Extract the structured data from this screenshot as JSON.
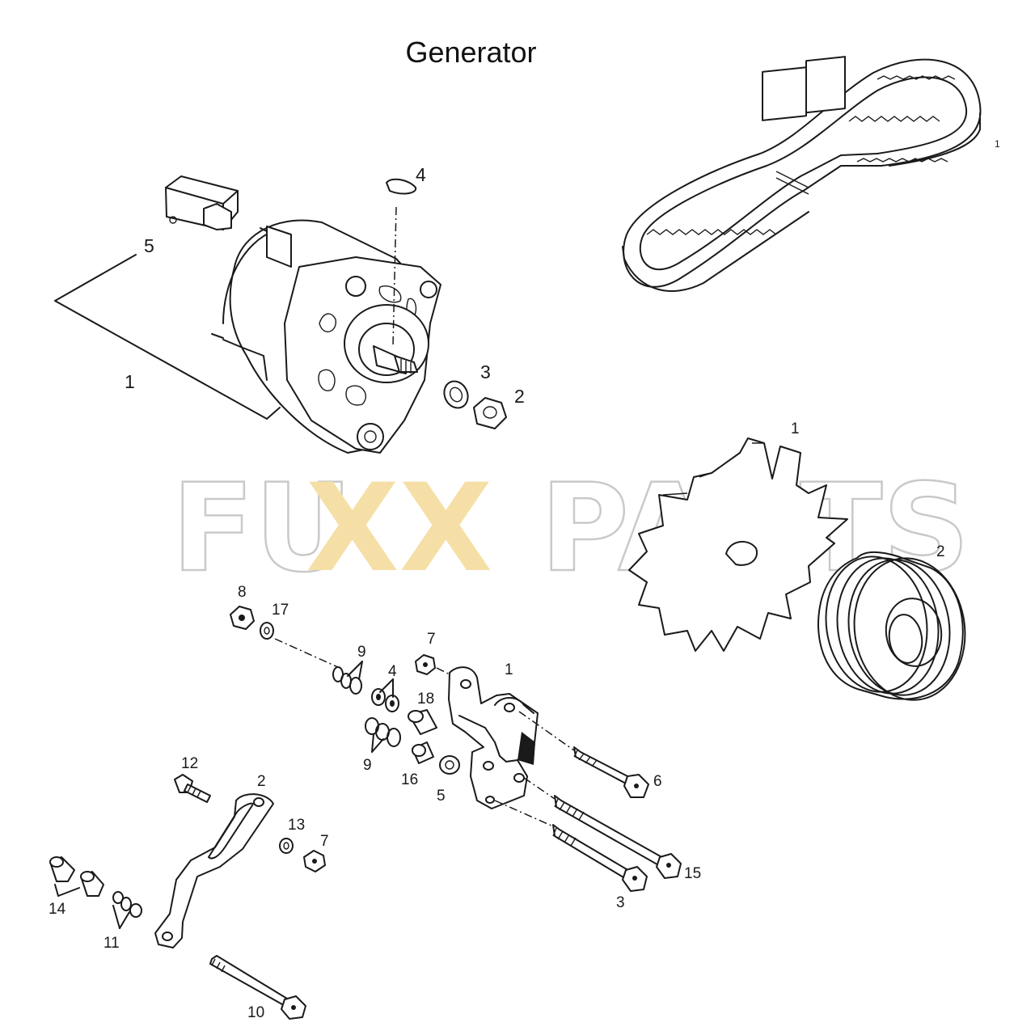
{
  "title": "Generator",
  "watermark": {
    "left": "FU",
    "middle": "XX",
    "right": "PARTS",
    "outline_color": "#c9c9c9",
    "accent_color": "#f6dfa6"
  },
  "callouts": {
    "alternator": {
      "assembly": "1",
      "nut": "2",
      "washer": "3",
      "key": "4",
      "regulator": "5"
    },
    "belt": {
      "belt": "1"
    },
    "pulley": {
      "fan": "1",
      "pulley": "2"
    },
    "bracket": {
      "bracket": "1",
      "tension_arm": "2",
      "bolt_long": "3",
      "washers_4": "4",
      "nut_5": "5",
      "bolt_6": "6",
      "nut_7_top": "7",
      "nut_7_bottom": "7",
      "nut_8": "8",
      "washers_9_top": "9",
      "washers_9_bottom": "9",
      "bolt_10": "10",
      "washers_11": "11",
      "screw_12": "12",
      "washer_13": "13",
      "spacers_14": "14",
      "bolt_15": "15",
      "spacer_16": "16",
      "washer_17": "17",
      "sleeve_18": "18"
    }
  }
}
